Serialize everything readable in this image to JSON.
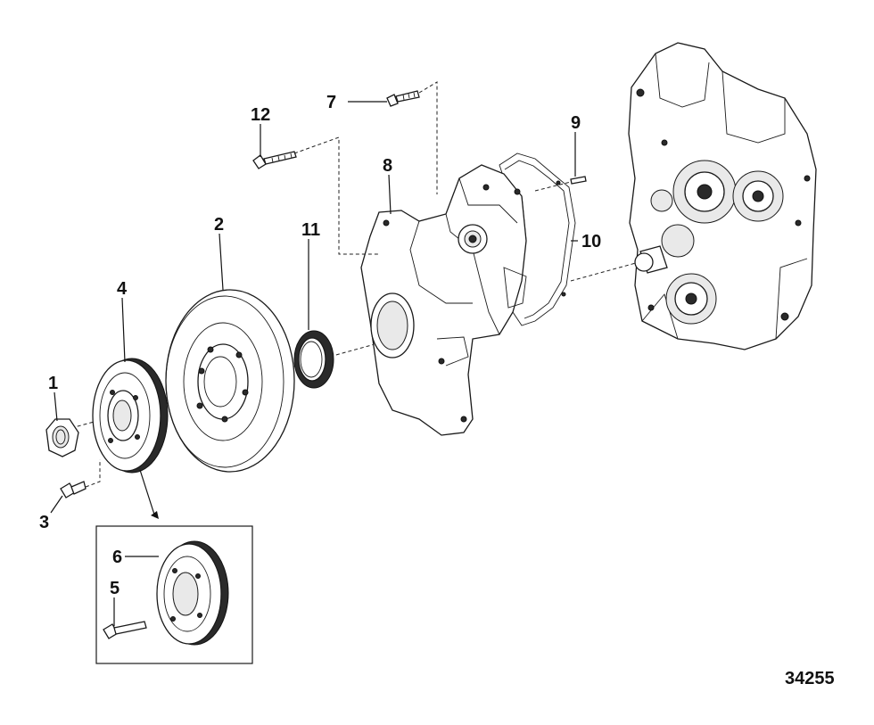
{
  "figure_number": "34255",
  "callouts": [
    {
      "id": "1",
      "label": "1"
    },
    {
      "id": "2",
      "label": "2"
    },
    {
      "id": "3",
      "label": "3"
    },
    {
      "id": "4",
      "label": "4"
    },
    {
      "id": "5",
      "label": "5"
    },
    {
      "id": "6",
      "label": "6"
    },
    {
      "id": "7",
      "label": "7"
    },
    {
      "id": "8",
      "label": "8"
    },
    {
      "id": "9",
      "label": "9"
    },
    {
      "id": "10",
      "label": "10"
    },
    {
      "id": "11",
      "label": "11"
    },
    {
      "id": "12",
      "label": "12"
    }
  ],
  "parts": [
    {
      "callout": "1",
      "icon": "hex-nut-icon"
    },
    {
      "callout": "2",
      "icon": "vibration-damper-icon"
    },
    {
      "callout": "3",
      "icon": "flange-bolt-icon"
    },
    {
      "callout": "4",
      "icon": "crankshaft-pulley-icon"
    },
    {
      "callout": "5",
      "icon": "pulley-bolt-icon"
    },
    {
      "callout": "6",
      "icon": "pulley-icon"
    },
    {
      "callout": "7",
      "icon": "cover-screw-icon"
    },
    {
      "callout": "8",
      "icon": "front-cover-icon"
    },
    {
      "callout": "9",
      "icon": "dowel-pin-icon"
    },
    {
      "callout": "10",
      "icon": "gasket-icon"
    },
    {
      "callout": "11",
      "icon": "oil-seal-icon"
    },
    {
      "callout": "12",
      "icon": "long-bolt-icon"
    }
  ]
}
